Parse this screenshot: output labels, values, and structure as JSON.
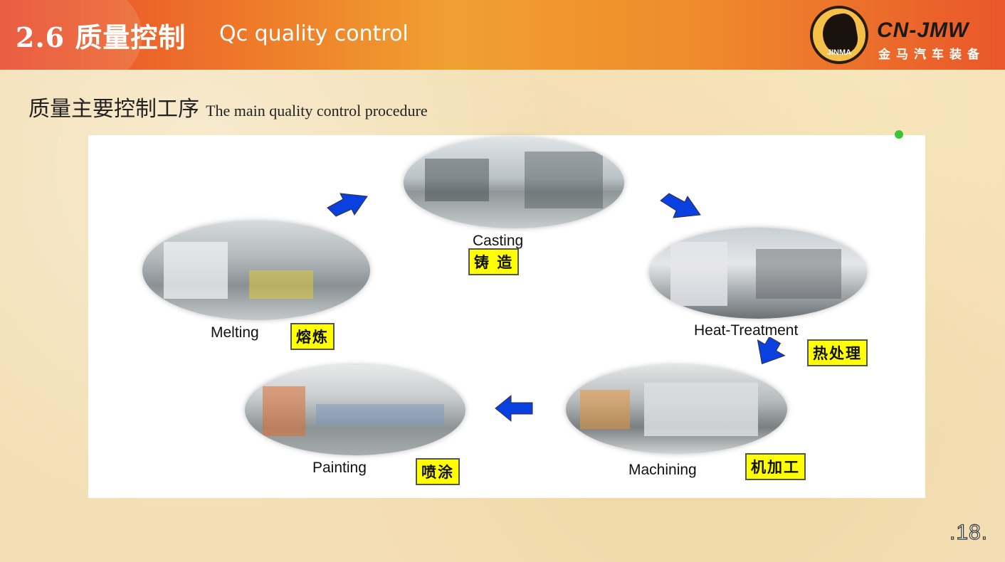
{
  "header": {
    "title_number": "2.6 质量控制",
    "title_en": "Qc quality control",
    "logo": {
      "emblem_text": "JINMA",
      "brand_en": "CN-JMW",
      "brand_cn": "金马汽车装备"
    }
  },
  "subtitle": {
    "cn": "质量主要控制工序",
    "en": "The main quality control procedure"
  },
  "steps": [
    {
      "en": "Casting",
      "cn": "铸 造"
    },
    {
      "en": "Heat-Treatment",
      "cn": "热处理"
    },
    {
      "en": "Machining",
      "cn": "机加工"
    },
    {
      "en": "Painting",
      "cn": "喷涂"
    },
    {
      "en": "Melting",
      "cn": "熔炼"
    }
  ],
  "colors": {
    "arrow": "#0a3fe0",
    "label_bg": "#ffff00",
    "header_start": "#e8472a",
    "header_mid": "#f0a030"
  },
  "icons": [
    "horse-emblem-icon",
    "arrow-icon"
  ],
  "page_number": ".18."
}
